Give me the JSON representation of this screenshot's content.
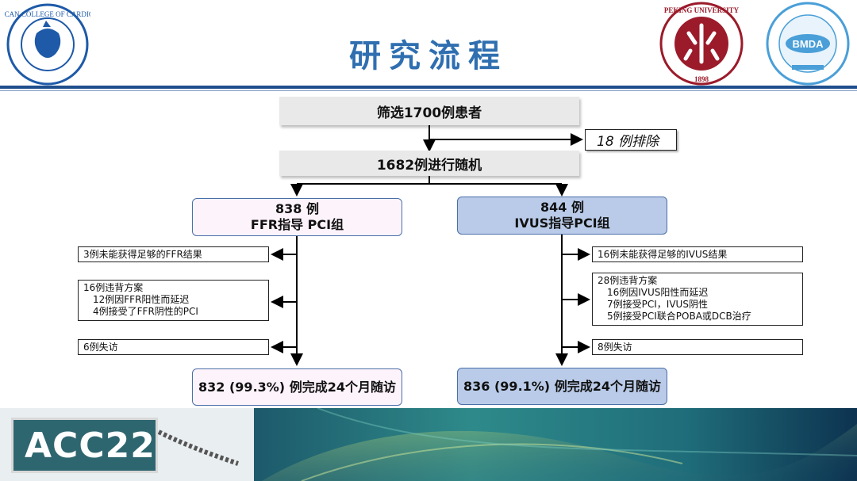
{
  "header": {
    "title": "研究流程",
    "logo_left_text": "AMERICAN COLLEGE OF CARDIOLOGY",
    "logo_pku_top": "PEKING UNIVERSITY",
    "logo_pku_year": "1898",
    "logo_bmda_text": "BMDA"
  },
  "flow": {
    "screened": "筛选1700例患者",
    "excluded": "18 例排除",
    "randomized": "1682例进行随机",
    "arm_ffr": {
      "line1": "838 例",
      "line2": "FFR指导 PCI组"
    },
    "arm_ivus": {
      "line1": "844 例",
      "line2": "IVUS指导PCI组"
    },
    "ffr_notes": {
      "n1": "3例未能获得足够的FFR结果",
      "n2_title": "16例违背方案",
      "n2_l1": "12例因FFR阳性而延迟",
      "n2_l2": "4例接受了FFR阴性的PCI",
      "n3": "6例失访"
    },
    "ivus_notes": {
      "n1": "16例未能获得足够的IVUS结果",
      "n2_title": "28例违背方案",
      "n2_l1": "16例因IVUS阳性而延迟",
      "n2_l2": "7例接受PCI，IVUS阴性",
      "n2_l3": "5例接受PCI联合POBA或DCB治疗",
      "n3": "8例失访"
    },
    "ffr_complete": "832 (99.3%) 例完成24个月随访",
    "ivus_complete": "836 (99.1%) 例完成24个月随访"
  },
  "footer": {
    "acc_logo": "ACC22"
  },
  "colors": {
    "title": "#2f6fb0",
    "rule": "#1f4e8c",
    "pku_red": "#9b1b2a",
    "acc_blue": "#1e5aa8",
    "bmda_blue": "#4a9fd8"
  }
}
